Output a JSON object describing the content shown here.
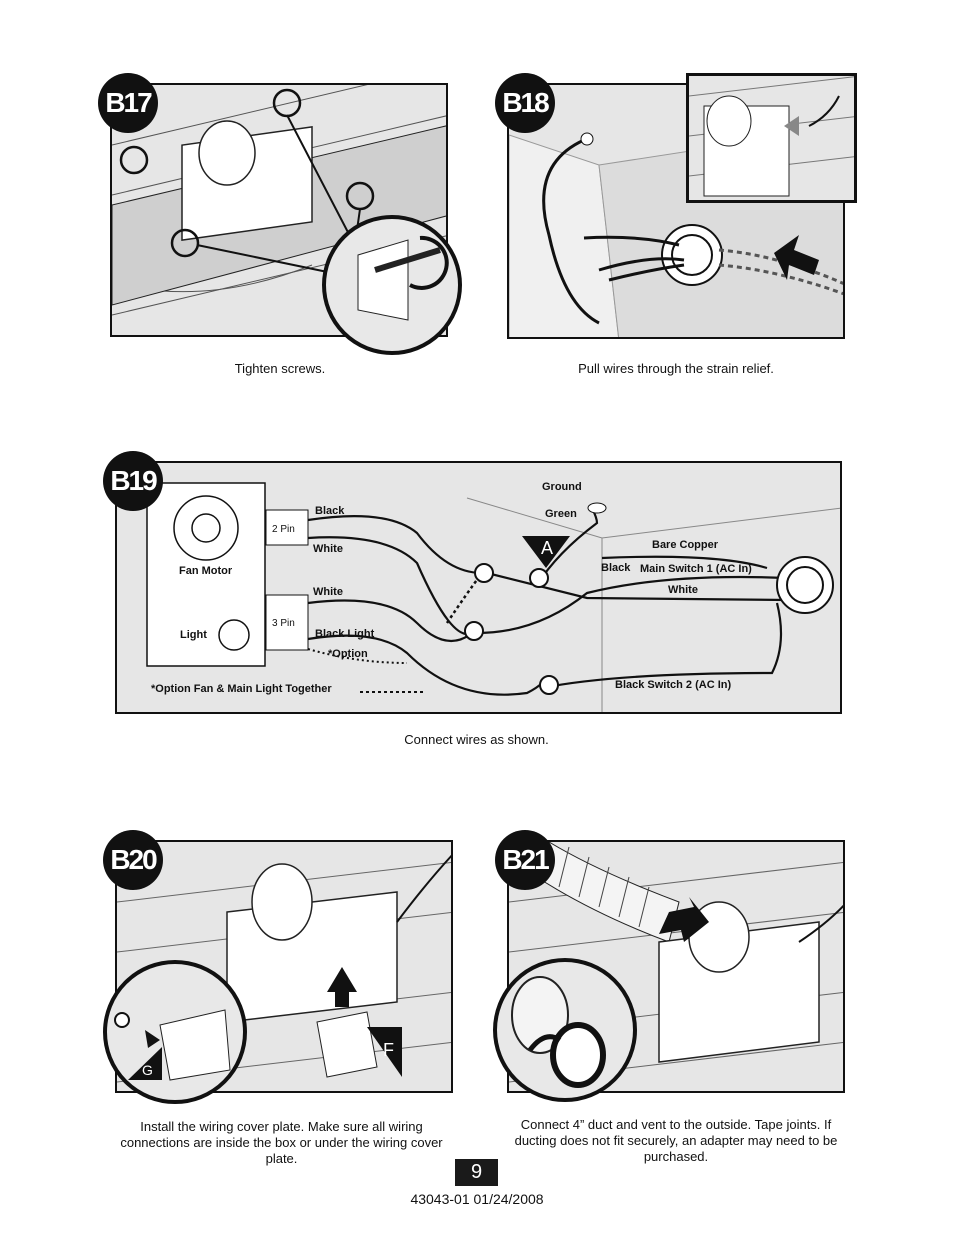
{
  "steps": [
    {
      "id": "B17",
      "caption": "Tighten screws."
    },
    {
      "id": "B18",
      "caption": "Pull wires through the strain relief."
    },
    {
      "id": "B19",
      "caption": "Connect wires as shown."
    },
    {
      "id": "B20",
      "caption": "Install the wiring cover plate. Make sure all wiring connections are inside the box or under the wiring cover plate."
    },
    {
      "id": "B21",
      "caption": "Connect 4” duct and vent to the outside. Tape joints. If ducting does not fit securely, an adapter may need to be purchased."
    }
  ],
  "wiring": {
    "fan_motor": "Fan Motor",
    "light": "Light",
    "two_pin": "2 Pin",
    "three_pin": "3 Pin",
    "black": "Black",
    "white_top": "White",
    "white_mid": "White",
    "black_light": "Black Light",
    "option": "*Option",
    "option_note": "*Option Fan & Main Light Together",
    "ground": "Ground",
    "green": "Green",
    "marker_a": "A",
    "bare_copper": "Bare Copper",
    "black_right": "Black",
    "main_switch": "Main Switch 1 (AC In)",
    "white_right": "White",
    "black_switch2": "Black Switch 2 (AC In)"
  },
  "markers": {
    "f": "F",
    "g": "G"
  },
  "page_number": "9",
  "doc_id": "43043-01  01/24/2008"
}
